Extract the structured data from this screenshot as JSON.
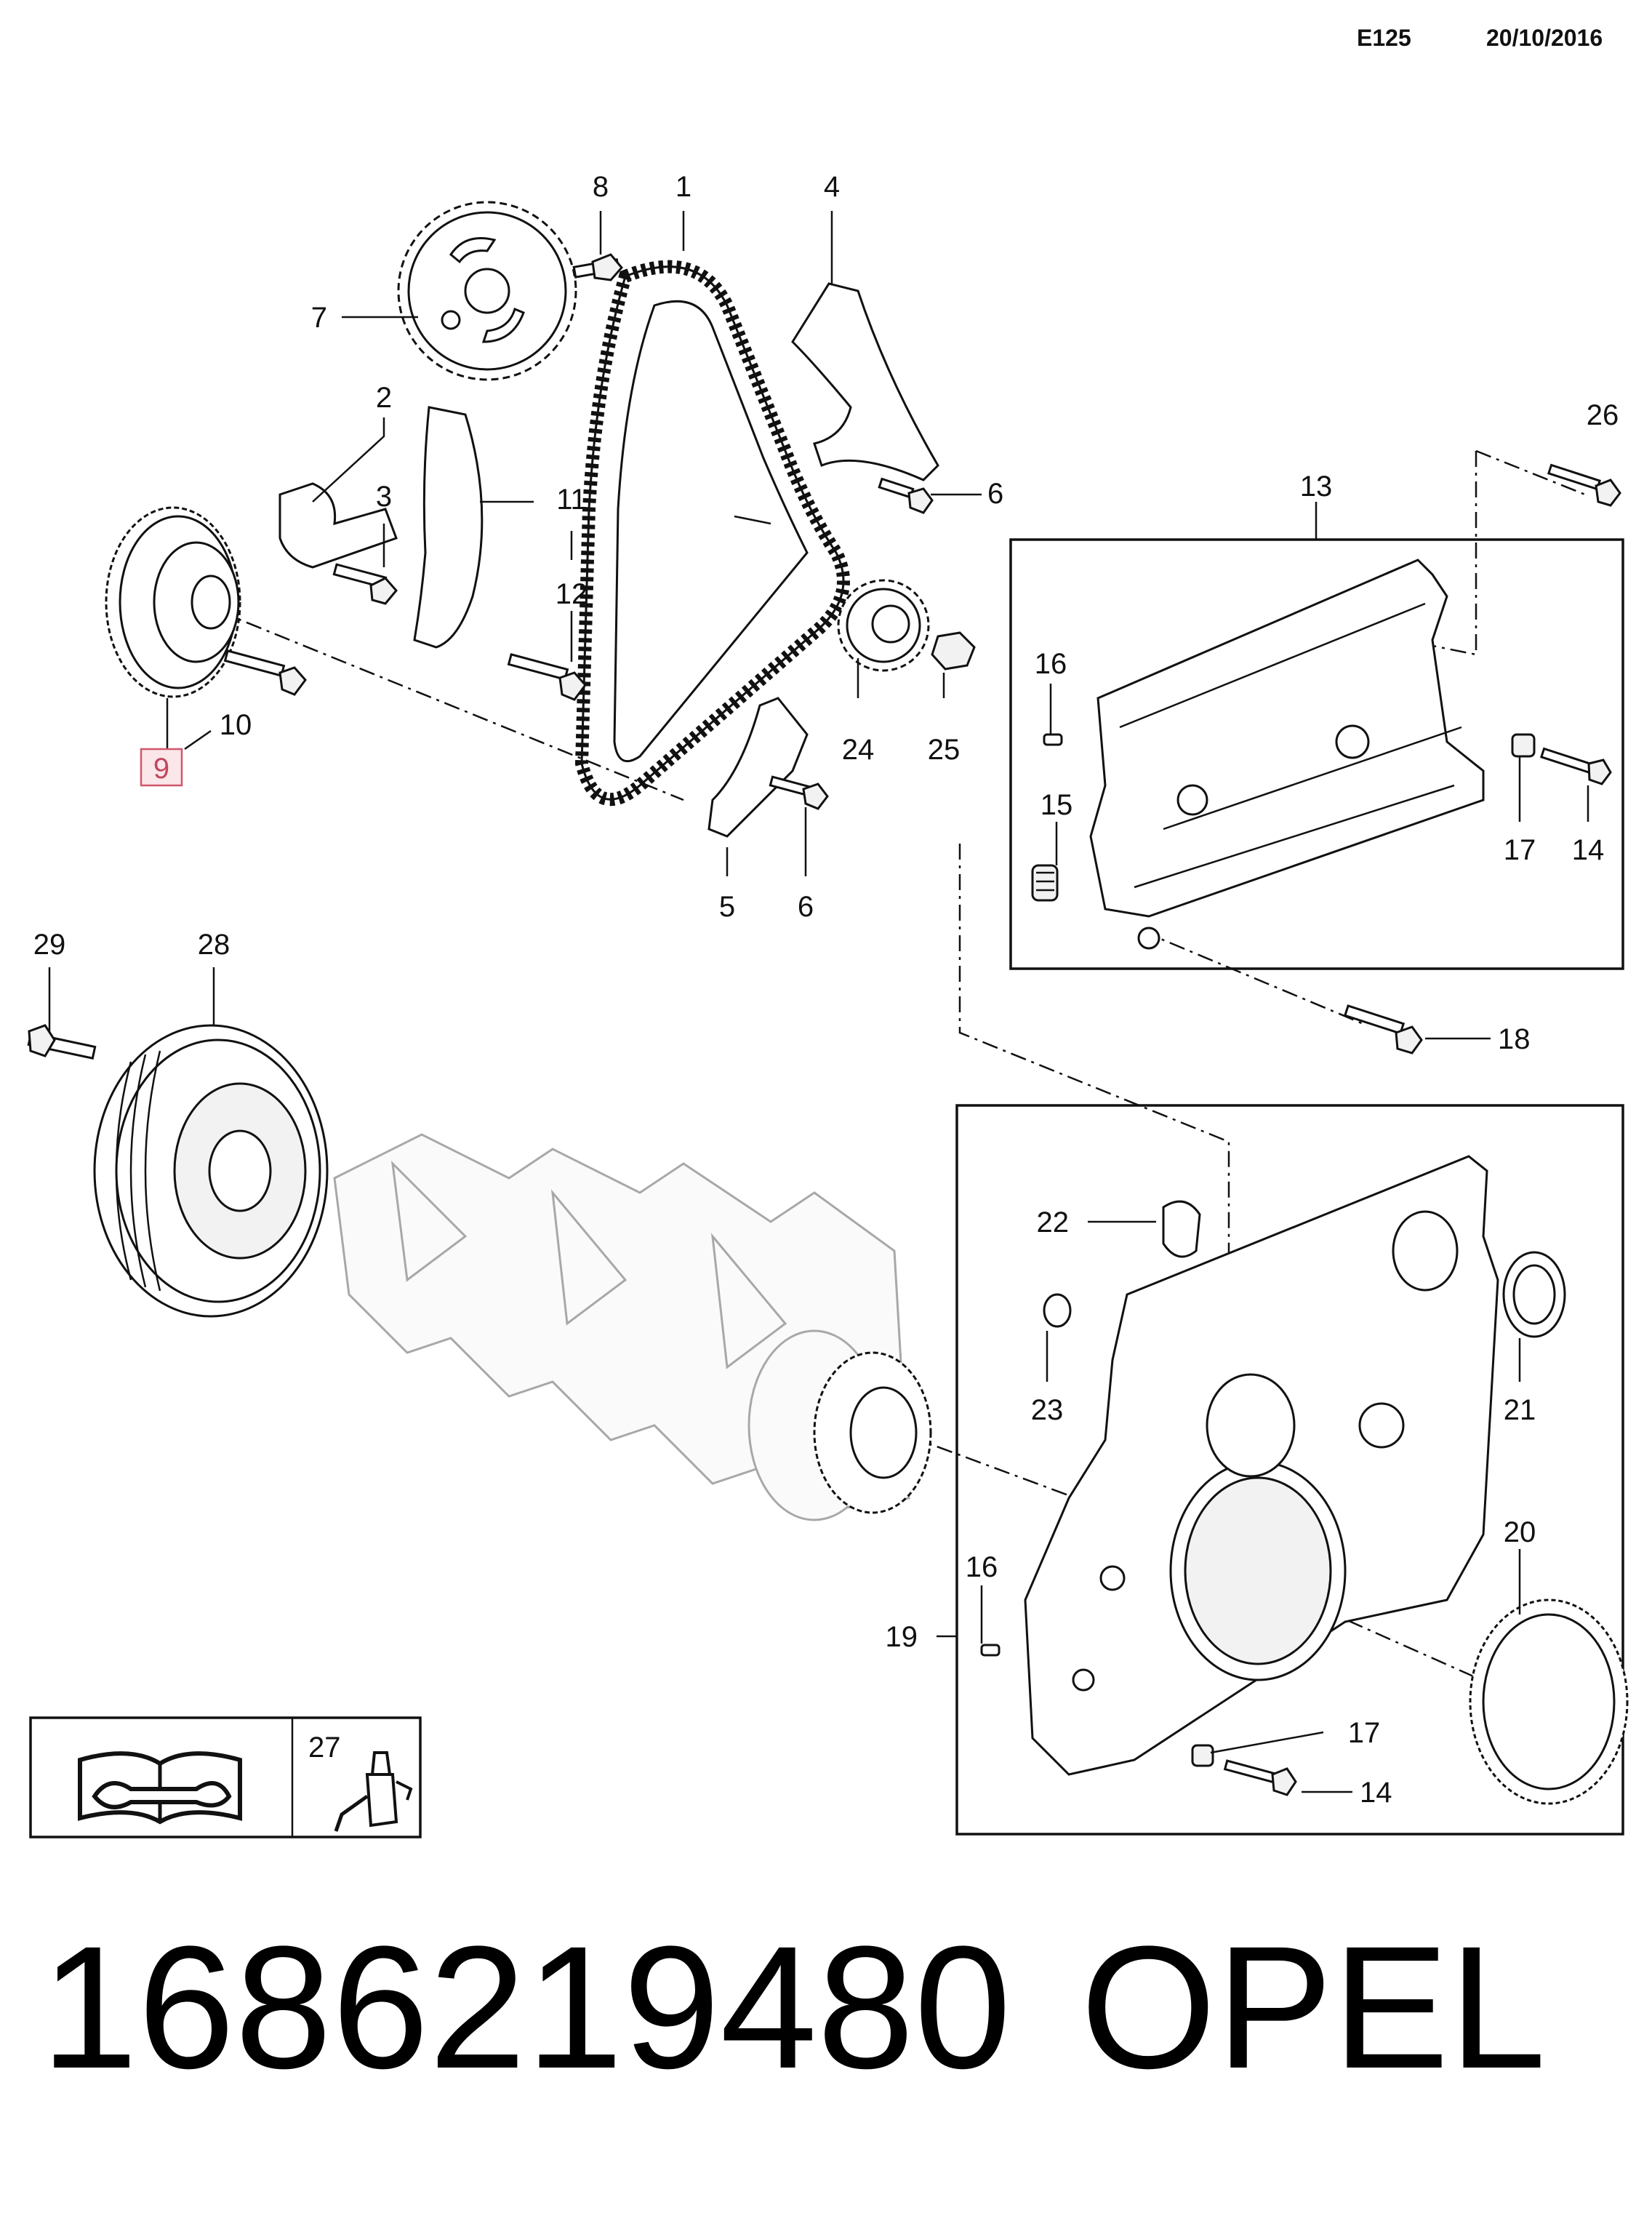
{
  "header": {
    "code": "E125",
    "date": "20/10/2016"
  },
  "callouts": {
    "c1": "1",
    "c2": "2",
    "c3": "3",
    "c4": "4",
    "c5": "5",
    "c6a": "6",
    "c6b": "6",
    "c7": "7",
    "c8": "8",
    "c9": "9",
    "c10": "10",
    "c11": "11",
    "c12": "12",
    "c13": "13",
    "c14a": "14",
    "c14b": "14",
    "c15": "15",
    "c16a": "16",
    "c16b": "16",
    "c17a": "17",
    "c17b": "17",
    "c18": "18",
    "c19": "19",
    "c20": "20",
    "c21": "21",
    "c22": "22",
    "c23": "23",
    "c24": "24",
    "c25": "25",
    "c26": "26",
    "c27": "27",
    "c28": "28",
    "c29": "29"
  },
  "highlighted_callout": "9",
  "icons": [
    "repair-manual-icon",
    "sealant-bottle-icon"
  ],
  "footer": {
    "part_number": "1686219480",
    "brand": "OPEL"
  }
}
